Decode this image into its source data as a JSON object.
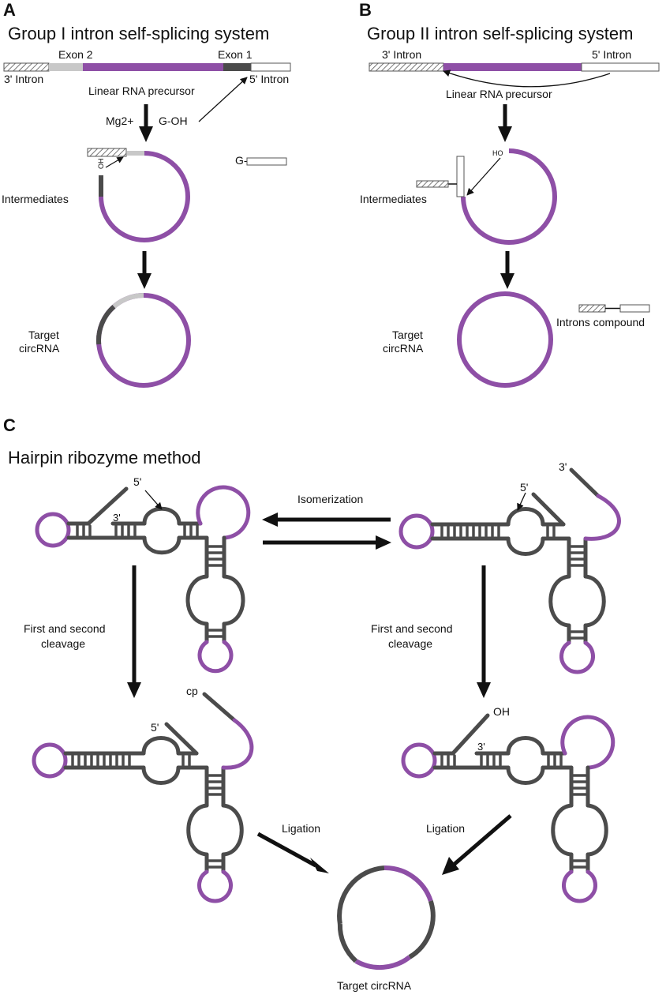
{
  "colors": {
    "purple": "#8e4fa6",
    "dark_gray": "#4b4b4b",
    "light_gray": "#c8c8c8",
    "black": "#111111"
  },
  "panel_a": {
    "letter": "A",
    "title": "Group I intron self-splicing system",
    "exon2": "Exon 2",
    "exon1": "Exon 1",
    "intron3": "3' Intron",
    "intron5": "5' Intron",
    "precursor": "Linear RNA precursor",
    "mg": "Mg2+",
    "goh": "G-OH",
    "g_label": "G-",
    "oh_label": "OH",
    "intermediates": "Intermediates",
    "target_line1": "Target",
    "target_line2": "circRNA"
  },
  "panel_b": {
    "letter": "B",
    "title": "Group II intron self-splicing system",
    "intron3": "3' Intron",
    "intron5": "5' Intron",
    "precursor": "Linear RNA precursor",
    "ho_label": "HO",
    "intermediates": "Intermediates",
    "introns_compound": "Introns compound",
    "target_line1": "Target",
    "target_line2": "circRNA"
  },
  "panel_c": {
    "letter": "C",
    "title": "Hairpin ribozyme method",
    "isomerization": "Isomerization",
    "cleavage_line1": "First and second",
    "cleavage_line2": "cleavage",
    "ligation": "Ligation",
    "target": "Target circRNA",
    "five_prime": "5'",
    "three_prime": "3'",
    "cp": "cp",
    "oh": "OH"
  }
}
